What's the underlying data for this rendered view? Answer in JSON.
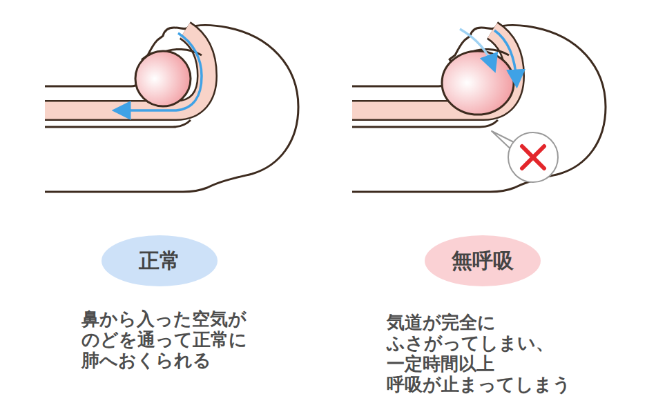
{
  "diagram": {
    "nodes": [
      {
        "text": [
          "正常"
        ]
      },
      {
        "text": [
          "無呼吸"
        ]
      }
    ],
    "labels": [
      "鼻から入った空気が のどを通って正常に 肺へおくられる",
      "気道が完全に ふさがってしまい、 一定時間以上 呼吸が止まってしまう"
    ]
  }
}
